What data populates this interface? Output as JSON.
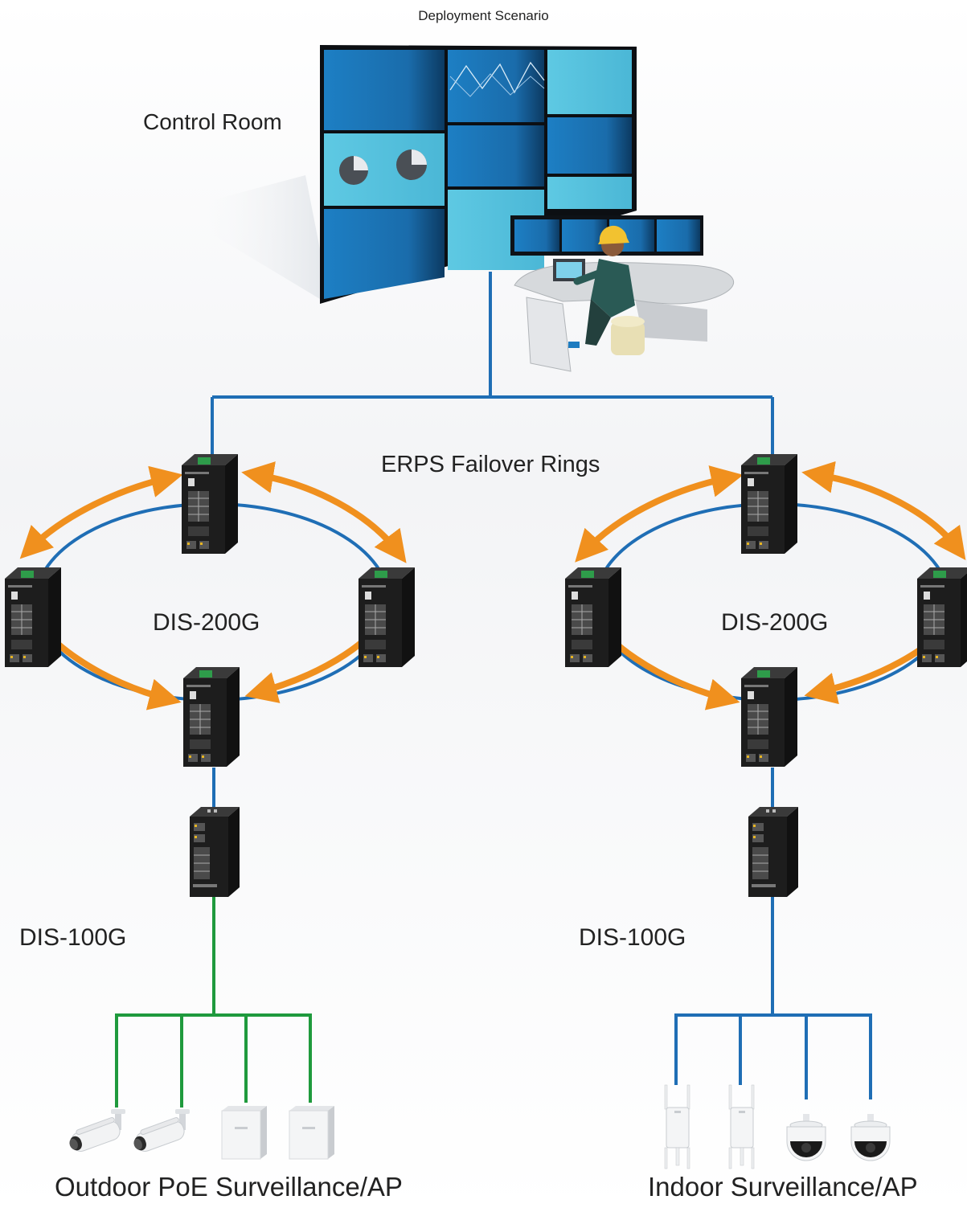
{
  "header": {
    "title": "Deployment Scenario"
  },
  "control_room": {
    "label": "Control Room"
  },
  "rings": {
    "label": "ERPS Failover Rings"
  },
  "left_ring": {
    "switch_label": "DIS-200G"
  },
  "right_ring": {
    "switch_label": "DIS-200G"
  },
  "left_branch": {
    "switch_label": "DIS-100G",
    "footer": "Outdoor PoE Surveillance/AP"
  },
  "right_branch": {
    "switch_label": "DIS-100G",
    "footer": "Indoor Surveillance/AP"
  },
  "colors": {
    "blue_link": "#1f6eb5",
    "green_link": "#1f9a3d",
    "orange_arrow": "#f0901e",
    "video_wall": "#1b7cc0"
  },
  "icons": {
    "industrial_switch": "din-rail-switch",
    "unmanaged_switch": "din-rail-switch-small",
    "bullet_camera": "bullet-camera",
    "access_point": "access-point",
    "dome_camera": "dome-camera",
    "outdoor_ap": "outdoor-ap"
  }
}
